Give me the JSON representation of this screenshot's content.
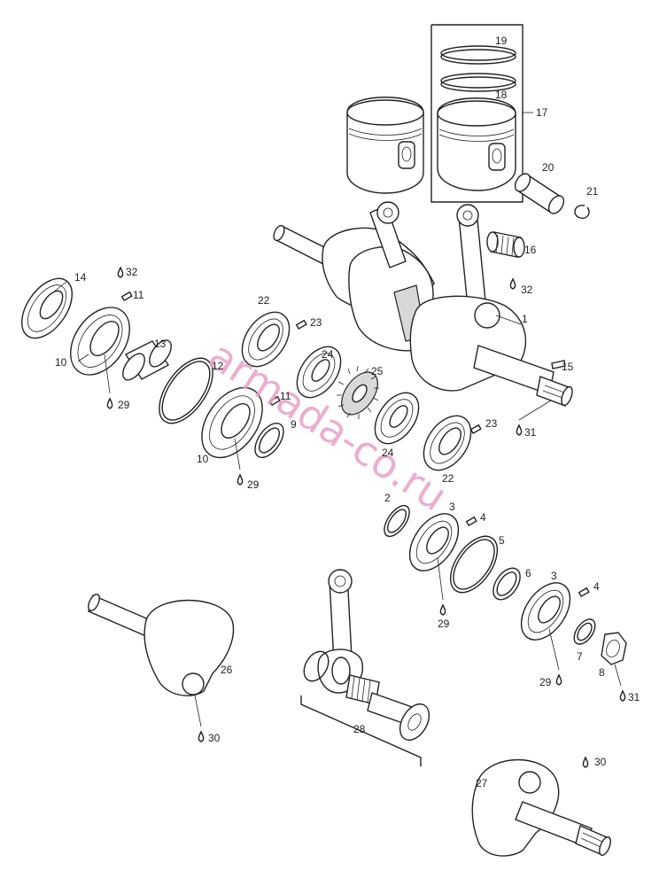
{
  "watermark": "armada-co.ru",
  "callouts": {
    "c1": "1",
    "c2": "2",
    "c3a": "3",
    "c3b": "3",
    "c4a": "4",
    "c4b": "4",
    "c5": "5",
    "c6": "6",
    "c7": "7",
    "c8": "8",
    "c9": "9",
    "c10a": "10",
    "c10b": "10",
    "c11a": "11",
    "c11b": "11",
    "c12": "12",
    "c13": "13",
    "c14": "14",
    "c15": "15",
    "c16": "16",
    "c17": "17",
    "c18": "18",
    "c19": "19",
    "c20": "20",
    "c21": "21",
    "c22a": "22",
    "c22b": "22",
    "c23a": "23",
    "c23b": "23",
    "c24a": "24",
    "c24b": "24",
    "c25": "25",
    "c26": "26",
    "c27": "27",
    "c28": "28",
    "c29a": "29",
    "c29b": "29",
    "c29c": "29",
    "c29d": "29",
    "c30a": "30",
    "c30b": "30",
    "c31a": "31",
    "c31b": "31",
    "c32a": "32",
    "c32b": "32"
  }
}
